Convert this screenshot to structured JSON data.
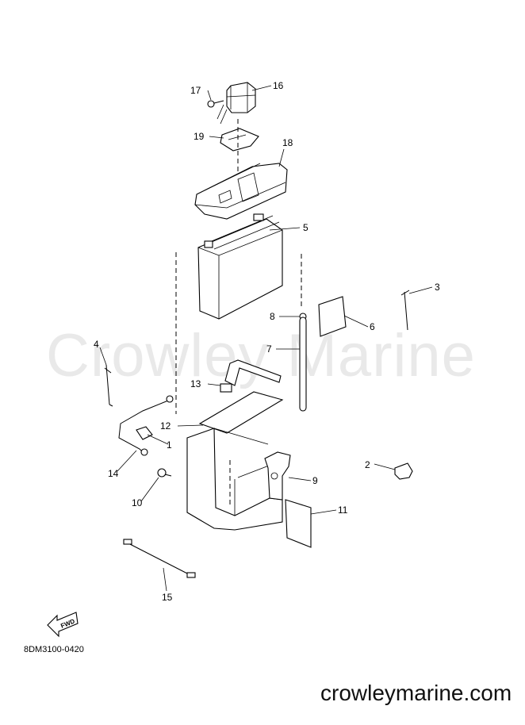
{
  "watermark": "Crowley Marine",
  "drawing_code": "8DM3100-0420",
  "site_url": "crowleymarine.com",
  "fwd_arrow_text": "FWD",
  "callouts": {
    "c1": "1",
    "c2": "2",
    "c3": "3",
    "c4": "4",
    "c5": "5",
    "c6": "6",
    "c7": "7",
    "c8": "8",
    "c9": "9",
    "c10": "10",
    "c11": "11",
    "c12": "12",
    "c13": "13",
    "c14": "14",
    "c15": "15",
    "c16": "16",
    "c17": "17",
    "c18": "18",
    "c19": "19"
  }
}
